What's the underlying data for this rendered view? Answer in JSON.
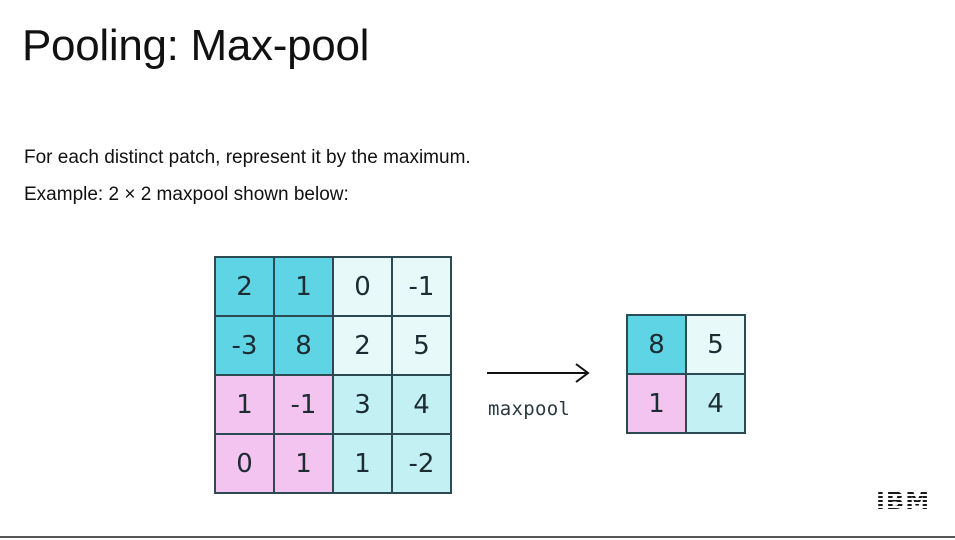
{
  "slide": {
    "title": "Pooling: Max-pool",
    "line1": "For each distinct patch, represent it by the maximum.",
    "line2": "Example: 2 × 2 maxpool shown below:",
    "operation_label": "maxpool",
    "logo": "IBM"
  },
  "colors": {
    "cyan": "#5fd4e4",
    "light_cyan": "#c3f0f2",
    "very_light_cyan": "#e8f9fa",
    "pink": "#f3c4ef",
    "border": "#2d4a52"
  },
  "input_grid": [
    {
      "value": "2",
      "color": "cyan"
    },
    {
      "value": "1",
      "color": "cyan"
    },
    {
      "value": "0",
      "color": "very_light_cyan"
    },
    {
      "value": "-1",
      "color": "very_light_cyan"
    },
    {
      "value": "-3",
      "color": "cyan"
    },
    {
      "value": "8",
      "color": "cyan"
    },
    {
      "value": "2",
      "color": "very_light_cyan"
    },
    {
      "value": "5",
      "color": "very_light_cyan"
    },
    {
      "value": "1",
      "color": "pink"
    },
    {
      "value": "-1",
      "color": "pink"
    },
    {
      "value": "3",
      "color": "light_cyan"
    },
    {
      "value": "4",
      "color": "light_cyan"
    },
    {
      "value": "0",
      "color": "pink"
    },
    {
      "value": "1",
      "color": "pink"
    },
    {
      "value": "1",
      "color": "light_cyan"
    },
    {
      "value": "-2",
      "color": "light_cyan"
    }
  ],
  "output_grid": [
    {
      "value": "8",
      "color": "cyan"
    },
    {
      "value": "5",
      "color": "very_light_cyan"
    },
    {
      "value": "1",
      "color": "pink"
    },
    {
      "value": "4",
      "color": "light_cyan"
    }
  ]
}
